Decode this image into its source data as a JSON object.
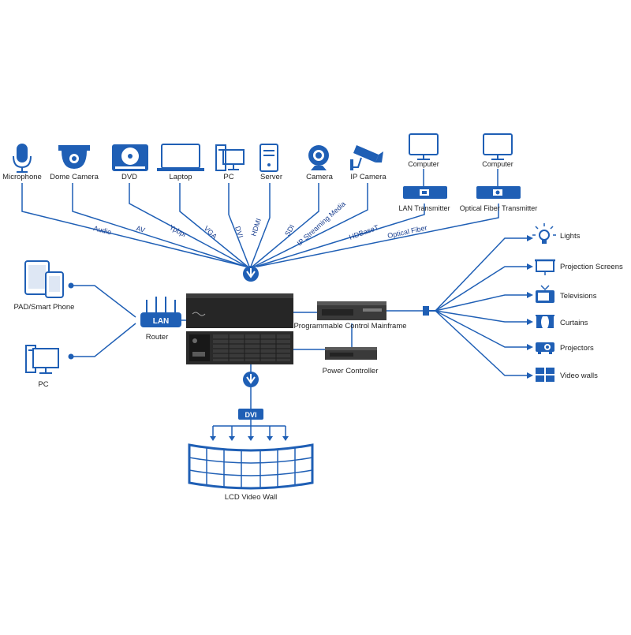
{
  "sources": [
    {
      "id": "microphone",
      "label": "Microphone",
      "icon": "microphone-icon"
    },
    {
      "id": "dome-camera",
      "label": "Dome Camera",
      "icon": "dome-camera-icon"
    },
    {
      "id": "dvd",
      "label": "DVD",
      "icon": "dvd-icon"
    },
    {
      "id": "laptop",
      "label": "Laptop",
      "icon": "laptop-icon"
    },
    {
      "id": "pc",
      "label": "PC",
      "icon": "pc-icon"
    },
    {
      "id": "server",
      "label": "Server",
      "icon": "server-icon"
    },
    {
      "id": "camera",
      "label": "Camera",
      "icon": "webcam-icon"
    },
    {
      "id": "ip-camera",
      "label": "IP Camera",
      "icon": "ip-camera-icon"
    }
  ],
  "computers": [
    {
      "label": "Computer",
      "transmitter": "LAN Transmitter"
    },
    {
      "label": "Computer",
      "transmitter": "Optical Fiber Transmitter"
    }
  ],
  "connections": [
    "Audio",
    "AV",
    "Ypbpr",
    "VGA",
    "DVI",
    "HDMI",
    "SDI",
    "IP Streaming Media",
    "HDBaseT",
    "Optical Fiber"
  ],
  "left_devices": {
    "pad": "PAD/Smart Phone",
    "pc": "PC",
    "router_badge": "LAN",
    "router": "Router"
  },
  "center": {
    "mainframe": "Programmable Control Mainframe",
    "power": "Power Controller",
    "dvi_badge": "DVI",
    "video_wall": "LCD Video Wall"
  },
  "outputs": [
    {
      "label": "Lights",
      "icon": "light-bulb-icon"
    },
    {
      "label": "Projection Screens",
      "icon": "projection-screen-icon"
    },
    {
      "label": "Televisions",
      "icon": "television-icon"
    },
    {
      "label": "Curtains",
      "icon": "curtains-icon"
    },
    {
      "label": "Projectors",
      "icon": "projector-icon"
    },
    {
      "label": "Video walls",
      "icon": "video-wall-icon"
    }
  ],
  "colors": {
    "accent": "#1f5fb5",
    "device": "#2b2b2b"
  }
}
